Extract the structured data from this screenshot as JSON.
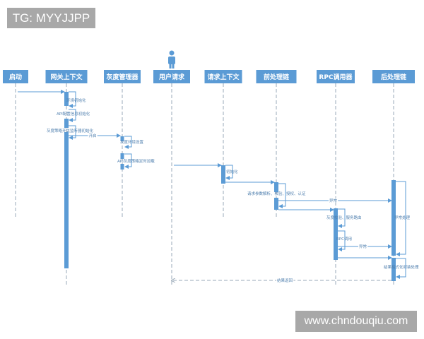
{
  "watermarks": {
    "top_left": "TG: MYYJJPP",
    "bottom_right": "www.chndouqiu.com"
  },
  "colors": {
    "accent": "#5b9bd5",
    "lifeline": "#9aa9b8"
  },
  "actor_icon": "person-icon",
  "participants": [
    "启动",
    "网关上下文",
    "灰度管理器",
    "用户请求",
    "请求上下文",
    "前处理链",
    "RPC调用器",
    "后处理链"
  ],
  "messages": [
    {
      "from": "启动",
      "to": "网关上下文",
      "label": ""
    },
    {
      "from": "网关上下文",
      "to": "网关上下文",
      "label": "环境初始化"
    },
    {
      "from": "网关上下文",
      "to": "网关上下文",
      "label": "API配置信息初始化"
    },
    {
      "from": "网关上下文",
      "to": "网关上下文",
      "label": "灰度策略开关监听器初始化"
    },
    {
      "from": "网关上下文",
      "to": "灰度管理器",
      "label": "开启"
    },
    {
      "from": "灰度管理器",
      "to": "灰度管理器",
      "label": "灰度环境设置"
    },
    {
      "from": "灰度管理器",
      "to": "灰度管理器",
      "label": "API灰度策略定时加载"
    },
    {
      "from": "用户请求",
      "to": "请求上下文",
      "label": ""
    },
    {
      "from": "请求上下文",
      "to": "请求上下文",
      "label": "初始化"
    },
    {
      "from": "请求上下文",
      "to": "前处理链",
      "label": ""
    },
    {
      "from": "前处理链",
      "to": "前处理链",
      "label": "请求参数解析、校验、授权、认证"
    },
    {
      "from": "前处理链",
      "to": "后处理链",
      "label": "异常"
    },
    {
      "from": "前处理链",
      "to": "RPC调用器",
      "label": ""
    },
    {
      "from": "RPC调用器",
      "to": "RPC调用器",
      "label": "灰度校验、服务路由"
    },
    {
      "from": "RPC调用器",
      "to": "RPC调用器",
      "label": "RPC调用"
    },
    {
      "from": "RPC调用器",
      "to": "后处理链",
      "label": "异常"
    },
    {
      "from": "后处理链",
      "to": "后处理链",
      "label": "异常处理"
    },
    {
      "from": "RPC调用器",
      "to": "后处理链",
      "label": ""
    },
    {
      "from": "后处理链",
      "to": "后处理链",
      "label": "结果格式化封装处理"
    },
    {
      "from": "后处理链",
      "to": "用户请求",
      "label": "结果返回",
      "style": "dashed-return"
    }
  ]
}
